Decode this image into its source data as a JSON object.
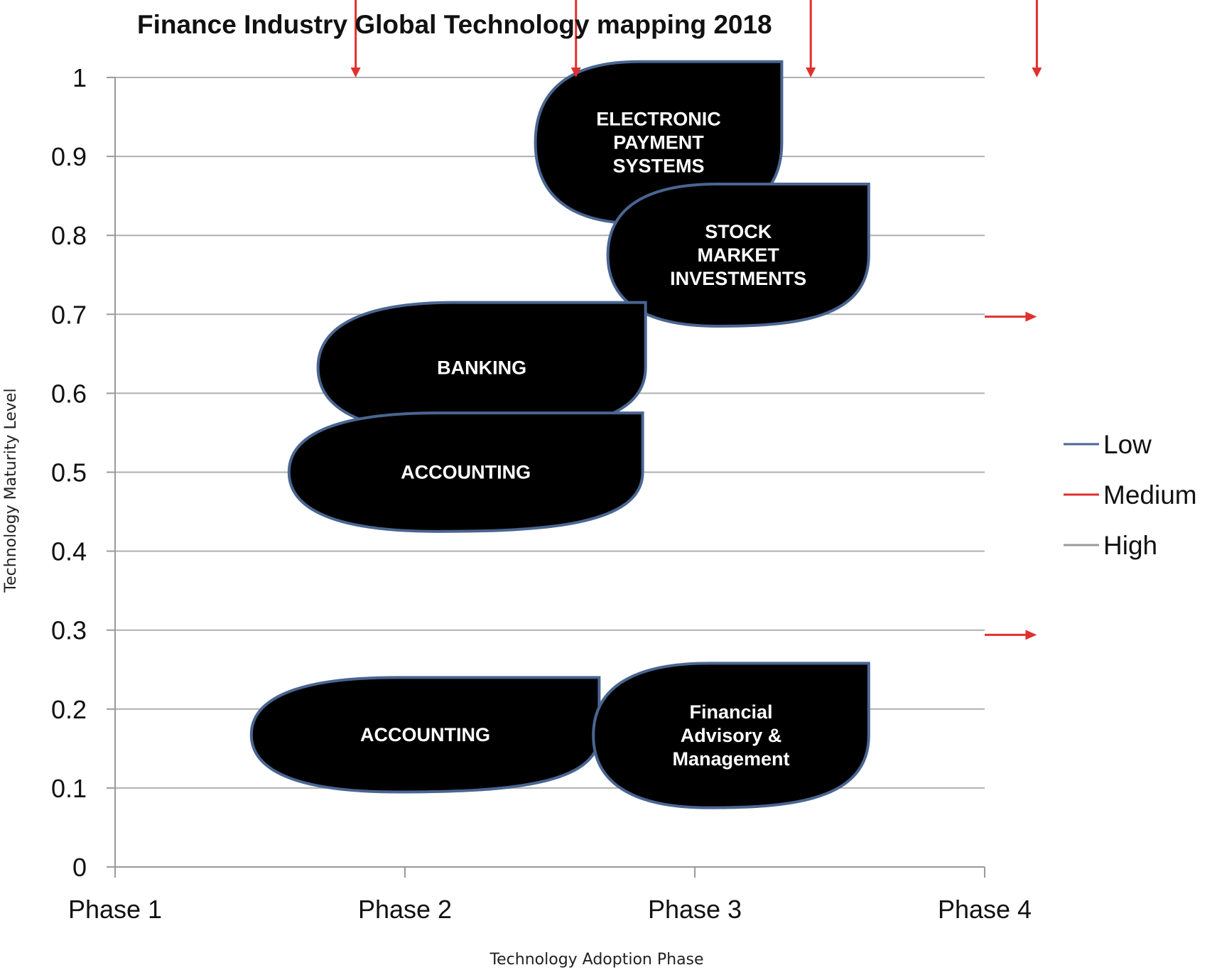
{
  "chart_data": {
    "type": "bubble-map",
    "title": "Finance Industry Global Technology mapping 2018",
    "xlabel": "Technology Adoption  Phase",
    "ylabel": "Technology Maturity Level",
    "ylim": [
      0,
      1
    ],
    "yticks": [
      "0",
      "0.1",
      "0.2",
      "0.3",
      "0.4",
      "0.5",
      "0.6",
      "0.7",
      "0.8",
      "0.9",
      "1"
    ],
    "categories": [
      "Phase 1",
      "Phase 2",
      "Phase 3",
      "Phase 4"
    ],
    "grid": true,
    "legend_position": "right",
    "series": [
      {
        "name": "Low",
        "color": "#4a6591"
      },
      {
        "name": "Medium",
        "color": "#e0312e"
      },
      {
        "name": "High",
        "color": "#9a9a9a"
      }
    ],
    "items": [
      {
        "lines": [
          "ELECTRONIC",
          "PAYMENT",
          "SYSTEMS"
        ],
        "x0": 2.45,
        "x1": 3.3,
        "y0": 0.815,
        "y1": 1.02
      },
      {
        "lines": [
          "STOCK",
          "MARKET",
          "INVESTMENTS"
        ],
        "x0": 2.7,
        "x1": 3.6,
        "y0": 0.685,
        "y1": 0.865
      },
      {
        "lines": [
          "BANKING"
        ],
        "x0": 1.7,
        "x1": 2.83,
        "y0": 0.55,
        "y1": 0.715
      },
      {
        "lines": [
          "ACCOUNTING"
        ],
        "x0": 1.6,
        "x1": 2.82,
        "y0": 0.425,
        "y1": 0.575
      },
      {
        "lines": [
          "ACCOUNTING"
        ],
        "x0": 1.47,
        "x1": 2.67,
        "y0": 0.095,
        "y1": 0.24
      },
      {
        "lines": [
          "Financial",
          "Advisory &",
          "Management"
        ],
        "x0": 2.65,
        "x1": 3.6,
        "y0": 0.075,
        "y1": 0.258
      }
    ],
    "arrows": [
      {
        "color": "#e0312e",
        "direction": "down",
        "x": 1.83,
        "y0": 1.1,
        "y1": 1.0
      },
      {
        "color": "#e0312e",
        "direction": "down",
        "x": 2.59,
        "y0": 1.1,
        "y1": 1.0
      },
      {
        "color": "#e0312e",
        "direction": "down",
        "x": 3.4,
        "y0": 1.1,
        "y1": 1.0
      },
      {
        "color": "#e0312e",
        "direction": "down",
        "x": 4.18,
        "y0": 1.1,
        "y1": 1.0
      },
      {
        "color": "#e0312e",
        "direction": "right",
        "y": 0.697,
        "x0": 4.0,
        "x1": 4.18
      },
      {
        "color": "#e0312e",
        "direction": "right",
        "y": 0.294,
        "x0": 4.0,
        "x1": 4.18
      }
    ]
  }
}
